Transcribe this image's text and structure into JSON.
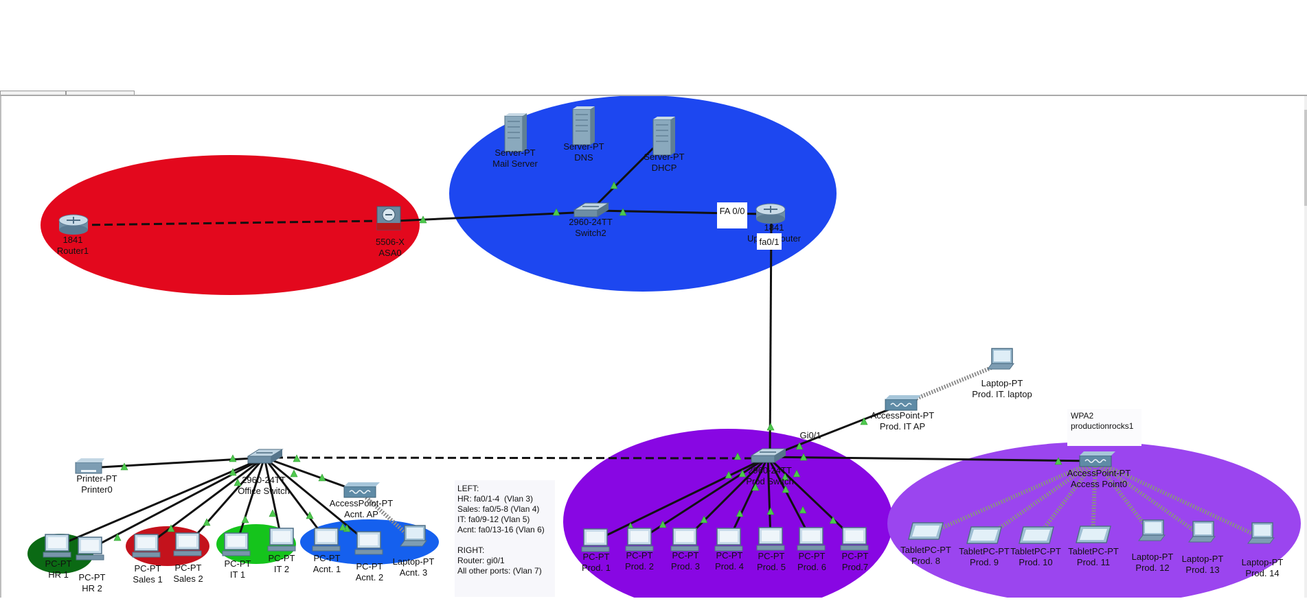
{
  "groups": [
    {
      "id": "red-zone",
      "color": "#e3081d"
    },
    {
      "id": "blue-zone",
      "color": "#1d47f0"
    },
    {
      "id": "prod-zone",
      "color": "#8807e3"
    },
    {
      "id": "wireless-zone",
      "color": "#9b45ef"
    },
    {
      "id": "hr-zone",
      "color": "#0b6a14"
    },
    {
      "id": "sales-zone",
      "color": "#c4121c"
    },
    {
      "id": "it-zone",
      "color": "#15c41c"
    },
    {
      "id": "acnt-zone",
      "color": "#1560ee"
    }
  ],
  "devices": [
    {
      "id": "router1",
      "kind": "router",
      "model": "1841",
      "name": "Router1"
    },
    {
      "id": "asa0",
      "kind": "firewall",
      "model": "5506-X",
      "name": "ASA0"
    },
    {
      "id": "switch2",
      "kind": "switch",
      "model": "2960-24TT",
      "name": "Switch2"
    },
    {
      "id": "mail",
      "kind": "server",
      "model": "Server-PT",
      "name": "Mail Server"
    },
    {
      "id": "dns",
      "kind": "server",
      "model": "Server-PT",
      "name": "DNS"
    },
    {
      "id": "dhcp",
      "kind": "server",
      "model": "Server-PT",
      "name": "DHCP"
    },
    {
      "id": "upper",
      "kind": "router",
      "model": "1841",
      "name": "Upper Router"
    },
    {
      "id": "office-sw",
      "kind": "switch",
      "model": "2960-24TT",
      "name": "Office Switch"
    },
    {
      "id": "printer0",
      "kind": "printer",
      "model": "Printer-PT",
      "name": "Printer0"
    },
    {
      "id": "acnt-ap",
      "kind": "ap",
      "model": "AccessPoint-PT",
      "name": "Acnt. AP"
    },
    {
      "id": "hr1",
      "kind": "pc",
      "model": "PC-PT",
      "name": "HR 1"
    },
    {
      "id": "hr2",
      "kind": "pc",
      "model": "PC-PT",
      "name": "HR 2"
    },
    {
      "id": "sales1",
      "kind": "pc",
      "model": "PC-PT",
      "name": "Sales 1"
    },
    {
      "id": "sales2",
      "kind": "pc",
      "model": "PC-PT",
      "name": "Sales 2"
    },
    {
      "id": "it1",
      "kind": "pc",
      "model": "PC-PT",
      "name": "IT 1"
    },
    {
      "id": "it2",
      "kind": "pc",
      "model": "PC-PT",
      "name": "IT 2"
    },
    {
      "id": "acnt1",
      "kind": "pc",
      "model": "PC-PT",
      "name": "Acnt. 1"
    },
    {
      "id": "acnt2",
      "kind": "pc",
      "model": "PC-PT",
      "name": "Acnt. 2"
    },
    {
      "id": "acnt3",
      "kind": "laptop",
      "model": "Laptop-PT",
      "name": "Acnt. 3"
    },
    {
      "id": "prod-sw",
      "kind": "switch",
      "model": "2960-24TT",
      "name": "Prod Switch"
    },
    {
      "id": "prod1",
      "kind": "pc",
      "model": "PC-PT",
      "name": "Prod. 1"
    },
    {
      "id": "prod2",
      "kind": "pc",
      "model": "PC-PT",
      "name": "Prod. 2"
    },
    {
      "id": "prod3",
      "kind": "pc",
      "model": "PC-PT",
      "name": "Prod. 3"
    },
    {
      "id": "prod4",
      "kind": "pc",
      "model": "PC-PT",
      "name": "Prod. 4"
    },
    {
      "id": "prod5",
      "kind": "pc",
      "model": "PC-PT",
      "name": "Prod. 5"
    },
    {
      "id": "prod6",
      "kind": "pc",
      "model": "PC-PT",
      "name": "Prod. 6"
    },
    {
      "id": "prod7",
      "kind": "pc",
      "model": "PC-PT",
      "name": "Prod.7"
    },
    {
      "id": "prod-it-ap",
      "kind": "ap",
      "model": "AccessPoint-PT",
      "name": "Prod. IT AP"
    },
    {
      "id": "prod-it-laptop",
      "kind": "laptop",
      "model": "Laptop-PT",
      "name": "Prod. IT. laptop"
    },
    {
      "id": "ap0",
      "kind": "ap",
      "model": "AccessPoint-PT",
      "name": "Access Point0"
    },
    {
      "id": "prod8",
      "kind": "tablet",
      "model": "TabletPC-PT",
      "name": "Prod. 8"
    },
    {
      "id": "prod9",
      "kind": "tablet",
      "model": "TabletPC-PT",
      "name": "Prod. 9"
    },
    {
      "id": "prod10",
      "kind": "tablet",
      "model": "TabletPC-PT",
      "name": "Prod. 10"
    },
    {
      "id": "prod11",
      "kind": "tablet",
      "model": "TabletPC-PT",
      "name": "Prod. 11"
    },
    {
      "id": "prod12",
      "kind": "laptop",
      "model": "Laptop-PT",
      "name": "Prod. 12"
    },
    {
      "id": "prod13",
      "kind": "laptop",
      "model": "Laptop-PT",
      "name": "Prod. 13"
    },
    {
      "id": "prod14",
      "kind": "laptop",
      "model": "Laptop-PT",
      "name": "Prod. 14"
    }
  ],
  "links": [
    {
      "from": "router1",
      "to": "asa0",
      "style": "dashed"
    },
    {
      "from": "asa0",
      "to": "switch2",
      "style": "solid"
    },
    {
      "from": "switch2",
      "to": "dhcp",
      "style": "solid"
    },
    {
      "from": "switch2",
      "to": "upper",
      "style": "solid"
    },
    {
      "from": "upper",
      "to": "prod-sw",
      "style": "solid"
    },
    {
      "from": "office-sw",
      "to": "prod-sw",
      "style": "dashed"
    },
    {
      "from": "office-sw",
      "to": "printer0",
      "style": "solid"
    },
    {
      "from": "office-sw",
      "to": "acnt-ap",
      "style": "solid"
    },
    {
      "from": "office-sw",
      "to": "hr1",
      "style": "solid"
    },
    {
      "from": "office-sw",
      "to": "hr2",
      "style": "solid"
    },
    {
      "from": "office-sw",
      "to": "sales1",
      "style": "solid"
    },
    {
      "from": "office-sw",
      "to": "sales2",
      "style": "solid"
    },
    {
      "from": "office-sw",
      "to": "it1",
      "style": "solid"
    },
    {
      "from": "office-sw",
      "to": "it2",
      "style": "solid"
    },
    {
      "from": "office-sw",
      "to": "acnt1",
      "style": "solid"
    },
    {
      "from": "office-sw",
      "to": "acnt2",
      "style": "solid"
    },
    {
      "from": "prod-sw",
      "to": "prod-it-ap",
      "style": "solid"
    },
    {
      "from": "prod-sw",
      "to": "ap0",
      "style": "solid"
    },
    {
      "from": "prod-sw",
      "to": "prod1",
      "style": "solid"
    },
    {
      "from": "prod-sw",
      "to": "prod2",
      "style": "solid"
    },
    {
      "from": "prod-sw",
      "to": "prod3",
      "style": "solid"
    },
    {
      "from": "prod-sw",
      "to": "prod4",
      "style": "solid"
    },
    {
      "from": "prod-sw",
      "to": "prod5",
      "style": "solid"
    },
    {
      "from": "prod-sw",
      "to": "prod6",
      "style": "solid"
    },
    {
      "from": "prod-sw",
      "to": "prod7",
      "style": "solid"
    },
    {
      "from": "acnt-ap",
      "to": "acnt3",
      "style": "wireless"
    },
    {
      "from": "prod-it-ap",
      "to": "prod-it-laptop",
      "style": "wireless"
    },
    {
      "from": "ap0",
      "to": "prod8",
      "style": "wireless"
    },
    {
      "from": "ap0",
      "to": "prod9",
      "style": "wireless"
    },
    {
      "from": "ap0",
      "to": "prod10",
      "style": "wireless"
    },
    {
      "from": "ap0",
      "to": "prod11",
      "style": "wireless"
    },
    {
      "from": "ap0",
      "to": "prod12",
      "style": "wireless"
    },
    {
      "from": "ap0",
      "to": "prod13",
      "style": "wireless"
    },
    {
      "from": "ap0",
      "to": "prod14",
      "style": "wireless"
    }
  ],
  "port_labels": [
    {
      "id": "fa00",
      "text": "FA 0/0"
    },
    {
      "id": "fa01",
      "text": "fa0/1"
    },
    {
      "id": "gi01",
      "text": "Gi0/1"
    }
  ],
  "notes": {
    "vlan_note": [
      "LEFT:",
      "HR: fa0/1-4  (Vlan 3)",
      "Sales: fa0/5-8 (Vlan 4)",
      "IT: fa0/9-12 (Vlan 5)",
      "Acnt: fa0/13-16 (Vlan 6)",
      "",
      "RIGHT:",
      "Router: gi0/1",
      "All other ports: (Vlan 7)"
    ],
    "wifi_note": [
      "WPA2",
      "productionrocks1"
    ]
  }
}
